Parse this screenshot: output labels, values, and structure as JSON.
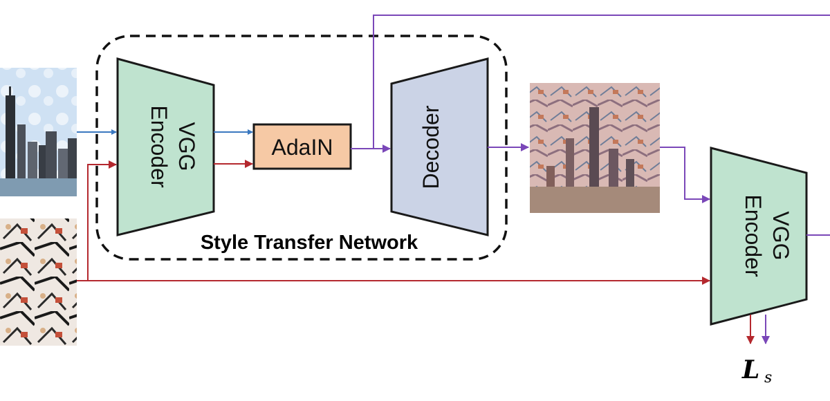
{
  "blocks": {
    "encoder_left": {
      "line1": "VGG",
      "line2": "Encoder"
    },
    "adain": {
      "label": "AdaIN"
    },
    "decoder": {
      "label": "Decoder"
    },
    "encoder_right": {
      "line1": "VGG",
      "line2": "Encoder"
    }
  },
  "group": {
    "label": "Style Transfer Network"
  },
  "loss": {
    "symbol": "L",
    "subscript": "s"
  },
  "colors": {
    "encoder_fill": "#bfe3cf",
    "adain_fill": "#f6c9a5",
    "decoder_fill": "#cbd3e6",
    "content_arrow": "#3a78c0",
    "style_arrow": "#b4282e",
    "output_arrow": "#7a47b8"
  }
}
